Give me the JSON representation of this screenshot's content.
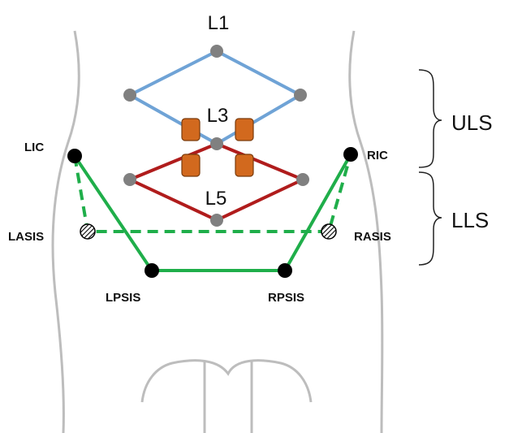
{
  "vertebrae": {
    "l1": "L1",
    "l3": "L3",
    "l5": "L5"
  },
  "landmarks": {
    "lic": "LIC",
    "ric": "RIC",
    "lasis": "LASIS",
    "rasis": "RASIS",
    "lpsis": "LPSIS",
    "rpsis": "RPSIS"
  },
  "segments": {
    "upper": "ULS",
    "lower": "LLS"
  },
  "colors": {
    "upper_segment": "#6fa3d6",
    "lower_segment": "#b01c1c",
    "pelvis": "#1fae4a",
    "sensor": "#d2691e",
    "marker_grey": "#808080",
    "body_outline": "#bdbdbd"
  }
}
